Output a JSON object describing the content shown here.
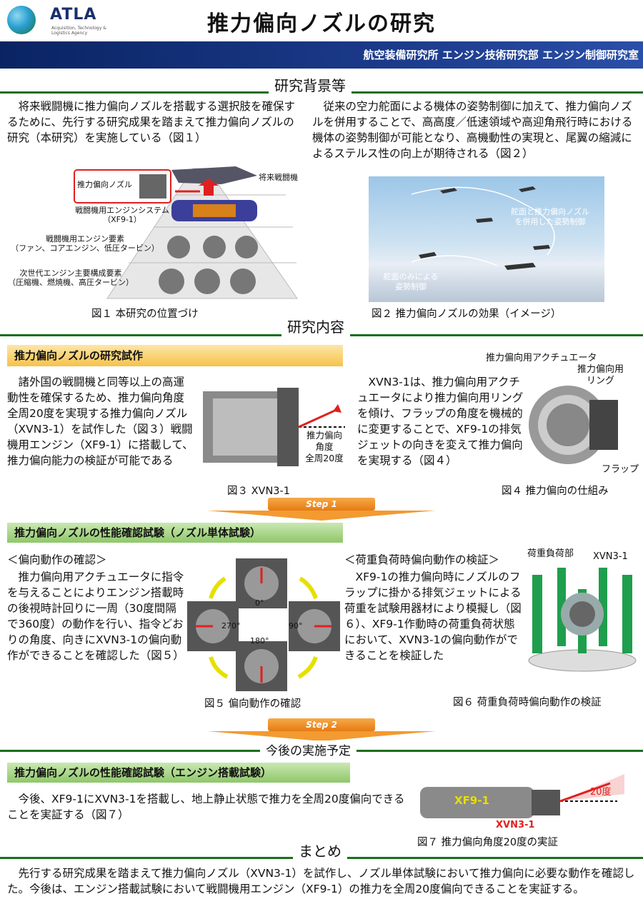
{
  "header": {
    "logo_text": "ATLA",
    "logo_sub": "Acquisition, Technology & Logistics Agency",
    "title": "推力偏向ノズルの研究",
    "department": "航空装備研究所 エンジン技術研究部 エンジン制御研究室"
  },
  "sections": {
    "background": "研究背景等",
    "content": "研究内容",
    "plan": "今後の実施予定",
    "summary": "まとめ"
  },
  "background": {
    "left_text": "将来戦闘機に推力偏向ノズルを搭載する選択肢を確保するために、先行する研究成果を踏まえて推力偏向ノズルの研究（本研究）を実施している（図１）",
    "right_text": "従来の空力舵面による機体の姿勢制御に加えて、推力偏向ノズルを併用することで、高高度／低速領域や高迎角飛行時における機体の姿勢制御が可能となり、高機動性の実現と、尾翼の縮減によるステルス性の向上が期待される（図２）",
    "fig1": {
      "caption": "図１ 本研究の位置づけ",
      "label_nozzle": "推力偏向ノズル",
      "label_fighter": "将来戦闘機",
      "label_system": "戦闘機用エンジンシステム\n（XF9-1）",
      "label_elements": "戦闘機用エンジン要素\n（ファン、コアエンジン、低圧タービン）",
      "label_next": "次世代エンジン主要構成要素\n（圧縮機、燃焼機、高圧タービン）"
    },
    "fig2": {
      "caption": "図２ 推力偏向ノズルの効果（イメージ）",
      "label_combined": "舵面と推力偏向ノズル\nを併用した姿勢制御",
      "label_surface": "舵面のみによる\n姿勢制御"
    }
  },
  "prototype": {
    "heading": "推力偏向ノズルの研究試作",
    "left_text": "諸外国の戦闘機と同等以上の高運動性を確保するため、推力偏向角度全周20度を実現する推力偏向ノズル（XVN3-1）を試作した（図３）戦闘機用エンジン（XF9-1）に搭載して、推力偏向能力の検証が可能である",
    "right_text": "XVN3-1は、推力偏向用アクチュエータにより推力偏向用リングを傾け、フラップの角度を機械的に変更することで、XF9-1の排気ジェットの向きを変えて推力偏向を実現する（図４）",
    "fig3": {
      "caption": "図３ XVN3-1",
      "label": "推力偏向\n角度\n全周20度"
    },
    "fig4": {
      "caption": "図４ 推力偏向の仕組み",
      "label_actuator": "推力偏向用アクチュエータ",
      "label_ring": "推力偏向用\nリング",
      "label_flap": "フラップ"
    }
  },
  "step1": "Step 1",
  "nozzle_test": {
    "heading": "推力偏向ノズルの性能確認試験（ノズル単体試験）",
    "left_sub": "＜偏向動作の確認＞",
    "left_text": "推力偏向用アクチュエータに指令を与えることによりエンジン搭載時の後視時計回りに一周（30度間隔で360度）の動作を行い、指令どおりの角度、向きにXVN3-1の偏向動作ができることを確認した（図５）",
    "right_sub": "＜荷重負荷時偏向動作の検証＞",
    "right_text": "XF9-1の推力偏向時にノズルのフラップに掛かる排気ジェットによる荷重を試験用器材により模擬し（図６）、XF9-1作動時の荷重負荷状態において、XVN3-1の偏向動作ができることを検証した",
    "fig5": {
      "caption": "図５ 偏向動作の確認",
      "a0": "0°",
      "a90": "90°",
      "a180": "180°",
      "a270": "270°"
    },
    "fig6": {
      "caption": "図６ 荷重負荷時偏向動作の検証",
      "label_load": "荷重負荷部",
      "label_xvn": "XVN3-1"
    }
  },
  "step2": "Step 2",
  "engine_test": {
    "heading": "推力偏向ノズルの性能確認試験（エンジン搭載試験）",
    "text": "今後、XF9-1にXVN3-1を搭載し、地上静止状態で推力を全周20度偏向できることを実証する（図７）",
    "fig7": {
      "caption": "図７ 推力偏向角度20度の実証",
      "label_xf": "XF9-1",
      "label_xvn": "XVN3-1",
      "label_deg": "20度"
    }
  },
  "summary_text": "先行する研究成果を踏まえて推力偏向ノズル（XVN3-1）を試作し、ノズル単体試験において推力偏向に必要な動作を確認した。今後は、エンジン搭載試験において戦闘機用エンジン（XF9-1）の推力を全周20度偏向できることを実証する。"
}
